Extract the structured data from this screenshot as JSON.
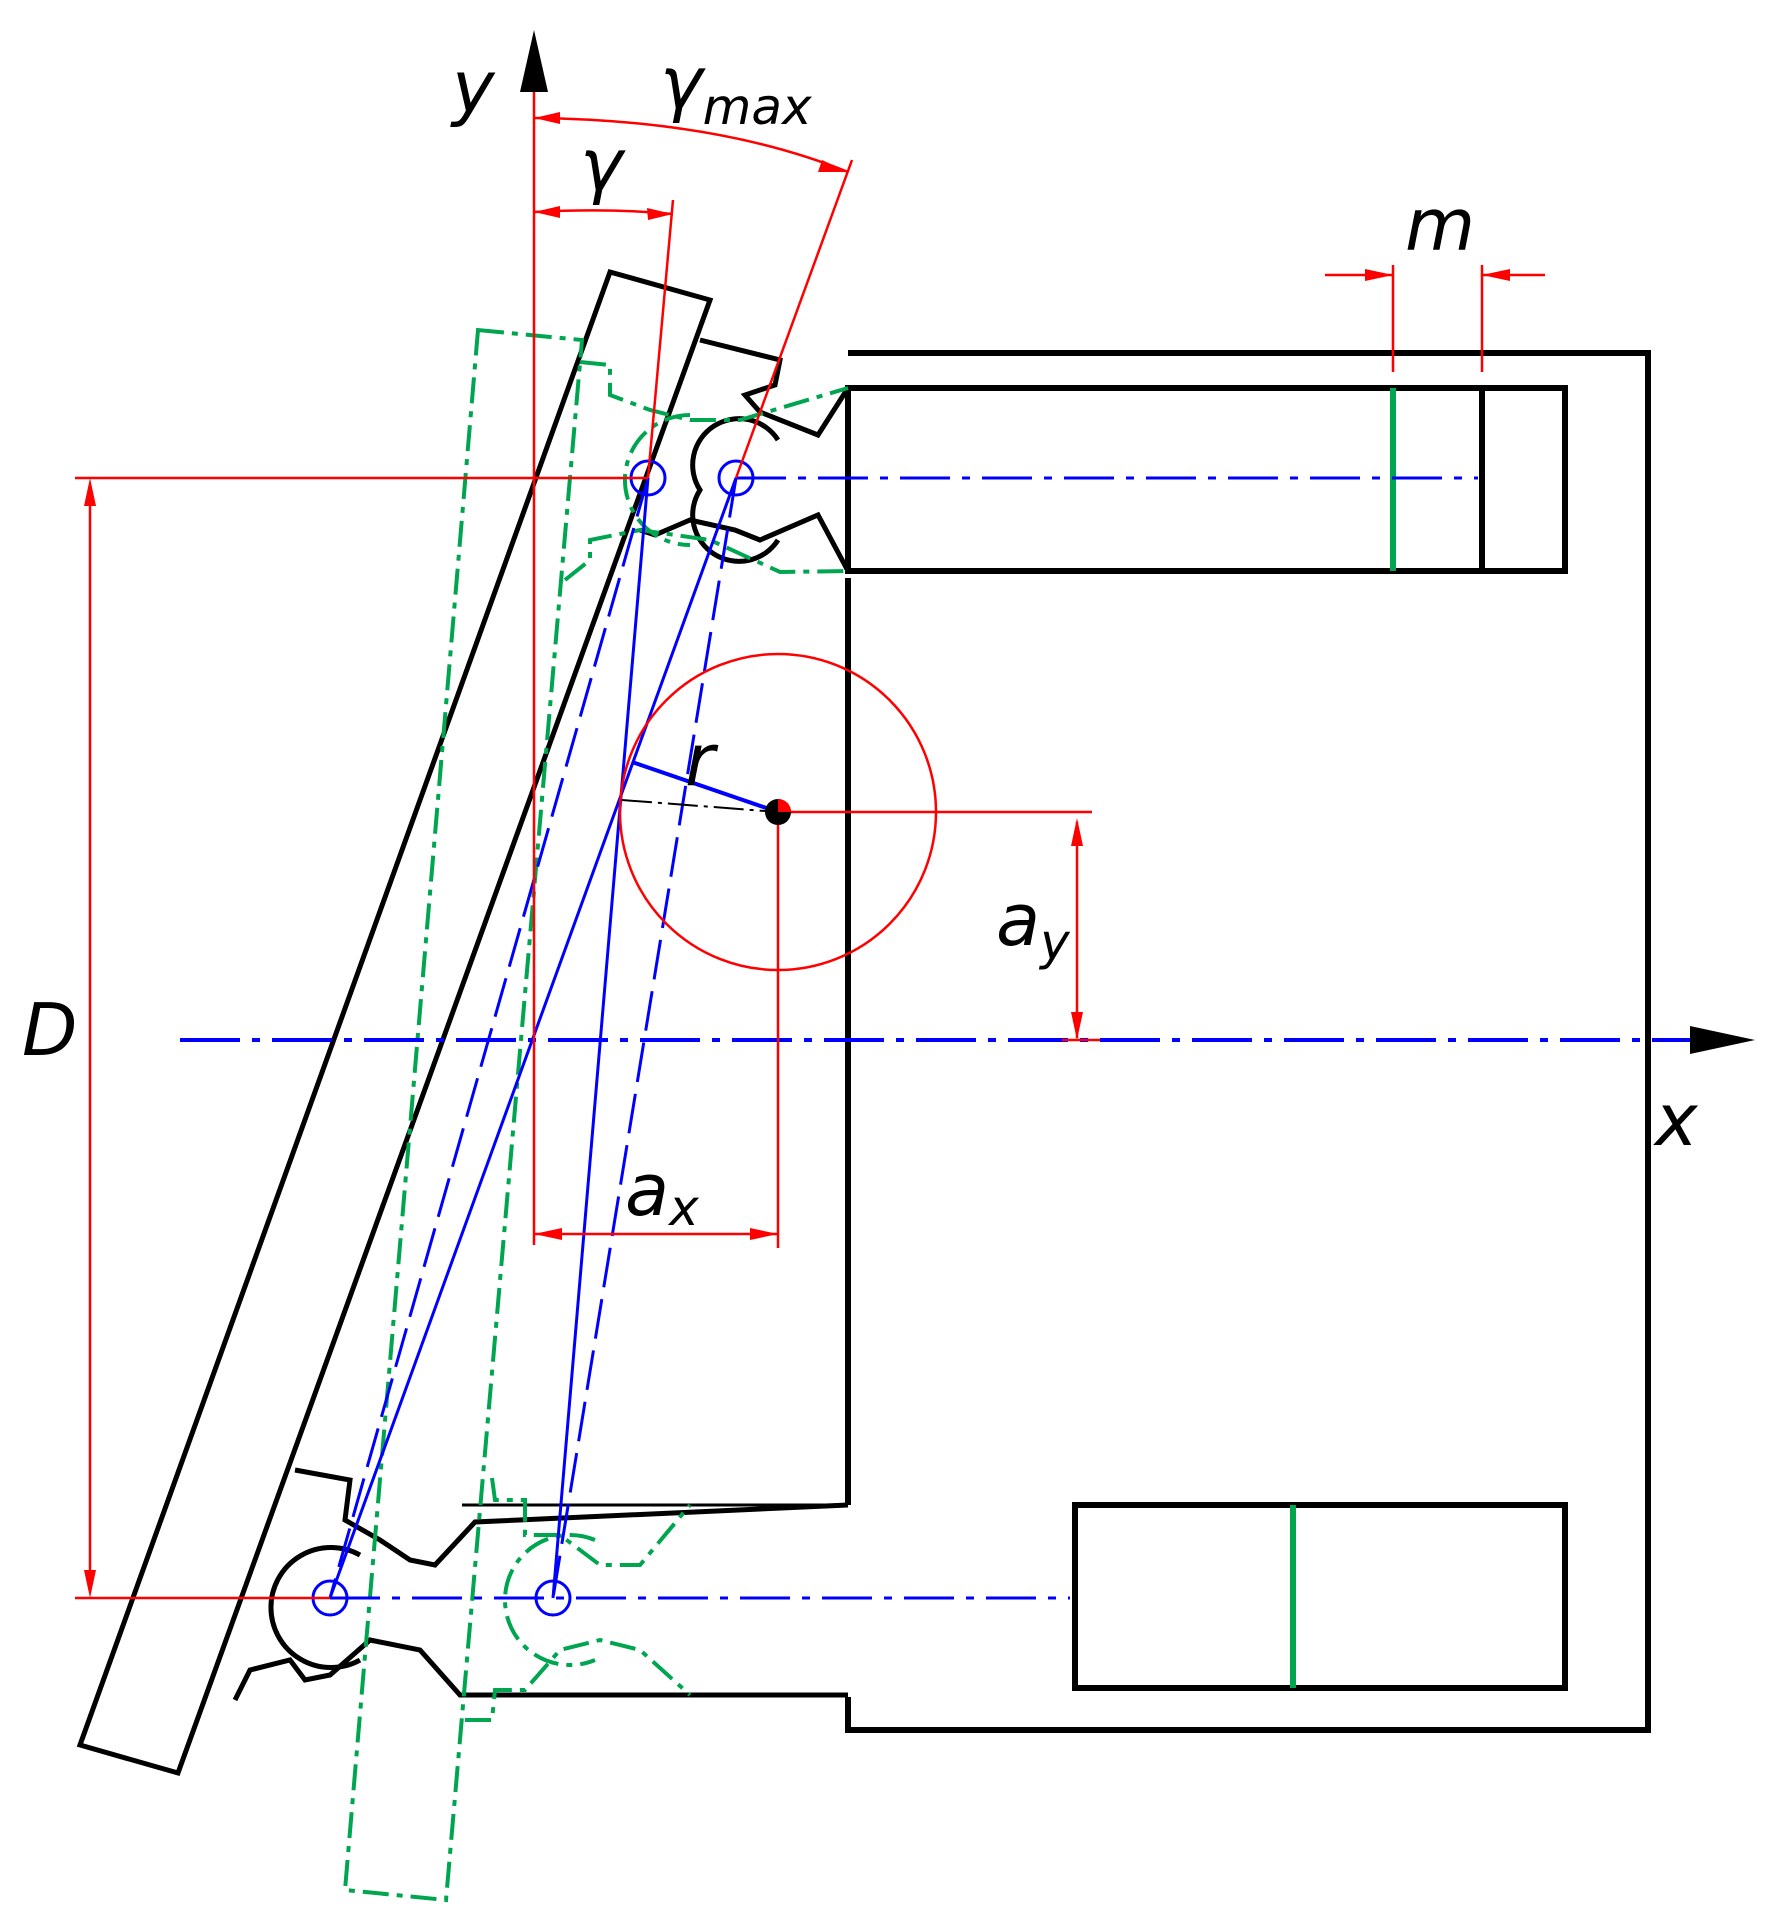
{
  "labels": {
    "y_axis": "y",
    "x_axis": "x",
    "gamma": "γ",
    "gamma_max_base": "γ",
    "gamma_max_sub": "max",
    "m": "m",
    "r": "r",
    "D": "D",
    "a_y_base": "a",
    "a_y_sub": "y",
    "a_x_base": "a",
    "a_x_sub": "x"
  },
  "colors": {
    "outline": "#000000",
    "dimension": "#ff0000",
    "centerline": "#0000ff",
    "alternate_position": "#00a550"
  }
}
